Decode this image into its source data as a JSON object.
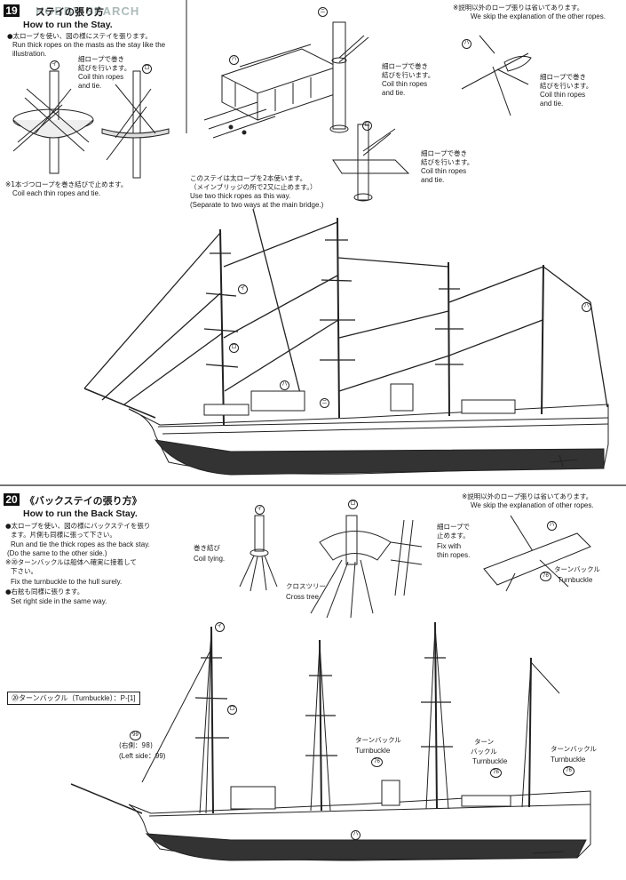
{
  "watermark": "HOBBY SEARCH",
  "step19": {
    "number": "19",
    "title_jp": "ステイの張り方",
    "title_en": "How to run the Stay.",
    "instr_jp": "●太ロープを使い、図の様にステイを張ります。",
    "instr_en1": "Run thick ropes on the masts as the stay like the",
    "instr_en2": "illustration.",
    "label_i": "イ",
    "label_ro": "ロ",
    "label_ha": "ハ",
    "label_ni": "ニ",
    "coil_jp": "細ロープで巻き",
    "coil_jp2": "結びを行います。",
    "coil_en1": "Coil thin ropes",
    "coil_en2": "and tie.",
    "note1_jp": "※1本づつロープを巻き結びで止めます。",
    "note1_en": "Coil each thin ropes and tie.",
    "skip_jp": "※説明以外のロープ張りは省いてあります。",
    "skip_en": "We skip the explanation of the other ropes.",
    "two_ropes_jp1": "このステイは太ロープを2本使います。",
    "two_ropes_jp2": "（メインブリッジの所で2又に止めます。）",
    "two_ropes_en1": "Use two thick ropes as this way.",
    "two_ropes_en2": "(Separate to two ways at the main bridge.)"
  },
  "step20": {
    "number": "20",
    "title_jp": "《バックステイの張り方》",
    "title_en": "How to run the Back Stay.",
    "instr1_jp1": "●太ロープを使い、図の様にバックステイを張り",
    "instr1_jp2": "ます。片側も同様に張って下さい。",
    "instr1_en1": "Run and tie the thick ropes as the back stay.",
    "instr1_en2": "(Do the same to the other side.)",
    "instr2_jp1": "※⑳ターンバックルは船体へ確実に接着して",
    "instr2_jp2": "下さい。",
    "instr2_en": "Fix the turnbuckle to the hull surely.",
    "instr3_jp": "●右舷も同様に張ります。",
    "instr3_en": "Set right side in the same way.",
    "coil_tying_jp": "巻き結び",
    "coil_tying_en": "Coil tying.",
    "cross_tree_jp": "クロスツリー",
    "cross_tree_en": "Cross tree",
    "fix_jp1": "細ロープで",
    "fix_jp2": "止めます。",
    "fix_en1": "Fix with",
    "fix_en2": "thin ropes.",
    "skip_jp": "※説明以外のロープ張りは省いてあります。",
    "skip_en": "We skip the explanation of other ropes.",
    "turnbuckle_jp": "ターンバックル",
    "turnbuckle_en": "Turnbuckle",
    "turnbuckle_jp_split1": "ターン",
    "turnbuckle_jp_split2": "バックル",
    "part_no": "76",
    "part_box": "⑳ターンバックル（Turnbuckle）：P-[1]",
    "side_no": "99",
    "right_side": "(右側：98)",
    "left_side": "(Left side：99)"
  }
}
